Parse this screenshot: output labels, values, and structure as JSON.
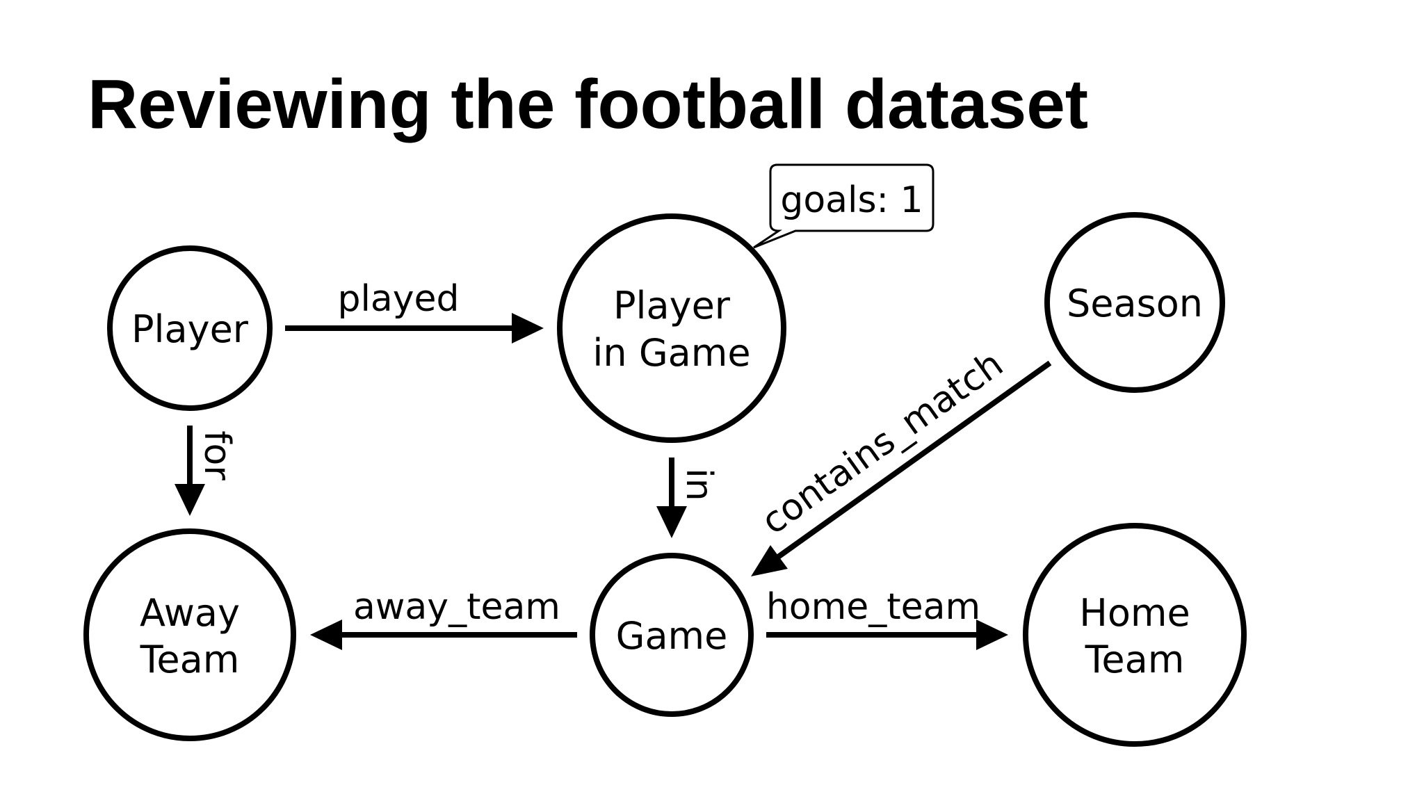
{
  "title": "Reviewing the football dataset",
  "nodes": {
    "player": "Player",
    "player_in_game": [
      "Player",
      "in Game"
    ],
    "season": "Season",
    "away_team": [
      "Away",
      "Team"
    ],
    "game": "Game",
    "home_team": [
      "Home",
      "Team"
    ]
  },
  "edges": {
    "played": "played",
    "for": "for",
    "in": "in",
    "contains_match": "contains_match",
    "away_team": "away_team",
    "home_team": "home_team"
  },
  "callout": {
    "text": "goals: 1"
  }
}
